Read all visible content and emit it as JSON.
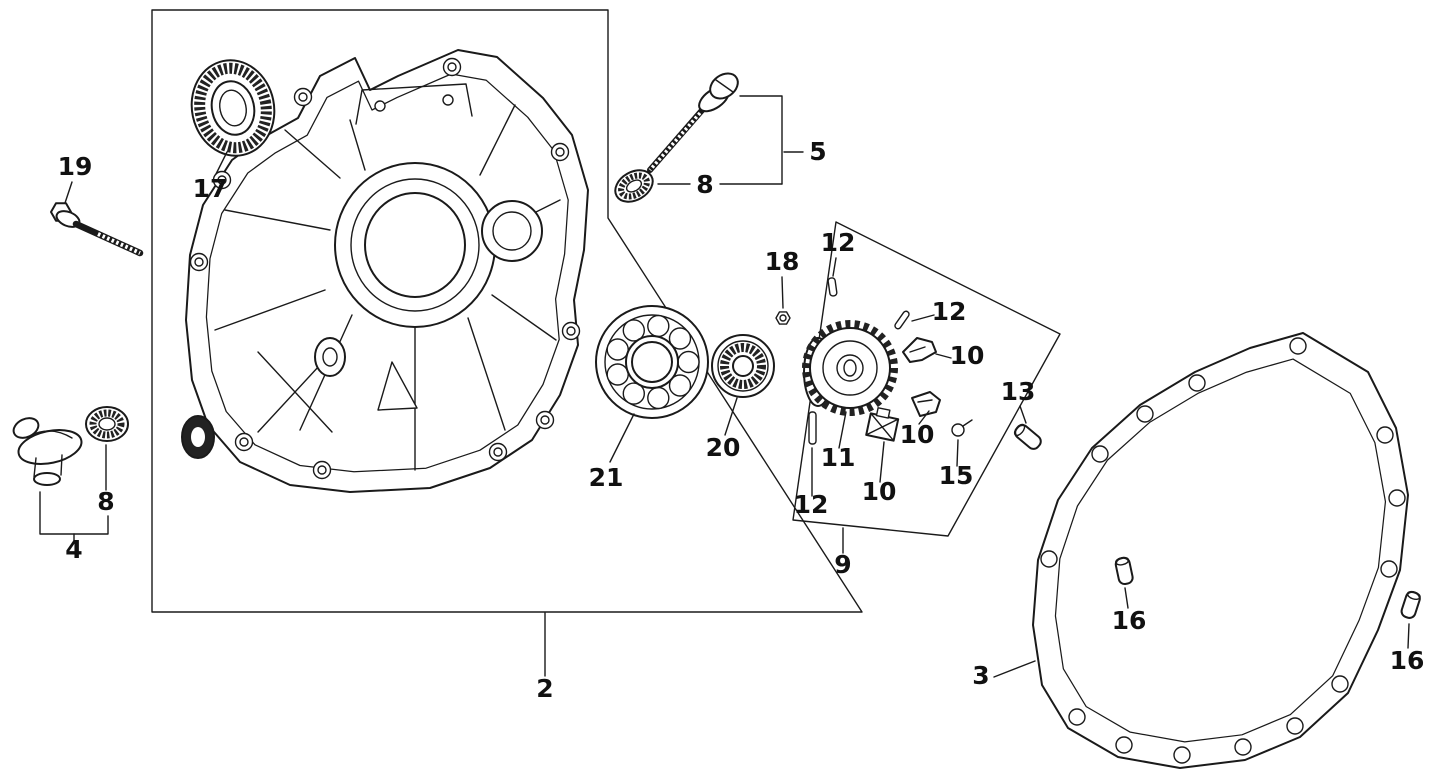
{
  "figure": {
    "background": "#ffffff",
    "line_color": "#1a1a1a"
  },
  "labels": {
    "n2": "2",
    "n3": "3",
    "n4": "4",
    "n5": "5",
    "n8": "8",
    "n9": "9",
    "n10": "10",
    "n11": "11",
    "n12": "12",
    "n13": "13",
    "n15": "15",
    "n16": "16",
    "n17": "17",
    "n18": "18",
    "n19": "19",
    "n20": "20",
    "n21": "21"
  },
  "callout_sequence": [
    "19",
    "17",
    "5",
    "8",
    "18",
    "12",
    "12",
    "10",
    "13",
    "8",
    "4",
    "20",
    "11",
    "10",
    "15",
    "21",
    "10",
    "12",
    "9",
    "16",
    "2",
    "3",
    "16"
  ]
}
